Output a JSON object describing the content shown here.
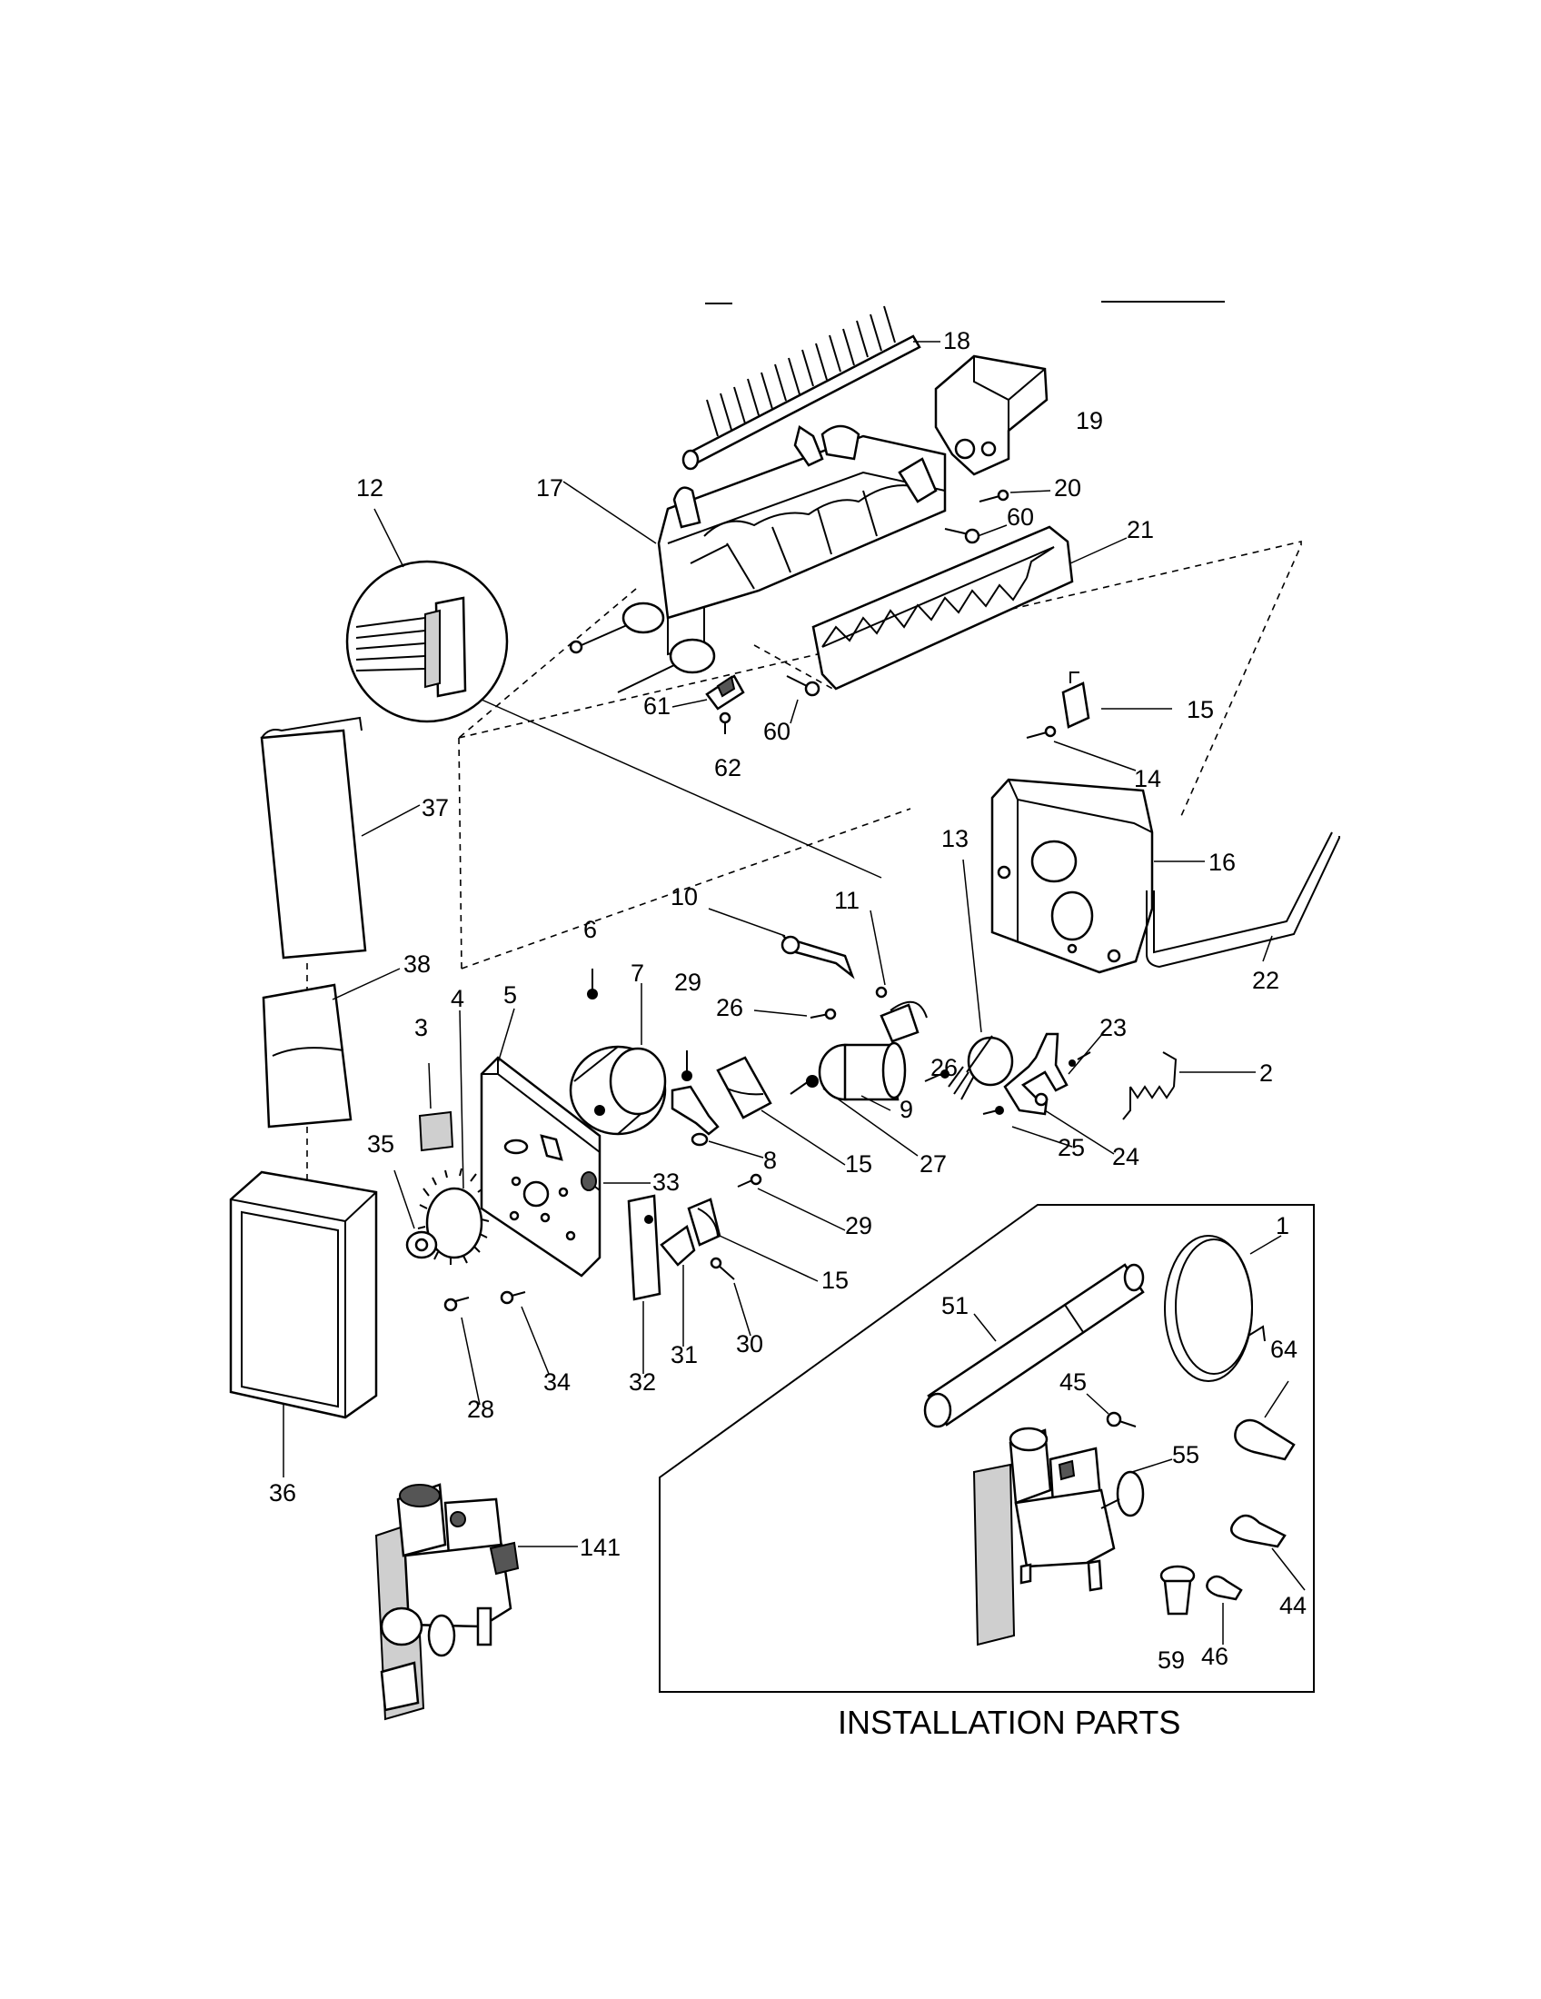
{
  "diagram": {
    "section_title": "INSTALLATION PARTS",
    "labels": [
      {
        "id": "p18",
        "text": "18"
      },
      {
        "id": "p19",
        "text": "19"
      },
      {
        "id": "p20",
        "text": "20"
      },
      {
        "id": "p60a",
        "text": "60"
      },
      {
        "id": "p21",
        "text": "21"
      },
      {
        "id": "p12",
        "text": "12"
      },
      {
        "id": "p17",
        "text": "17"
      },
      {
        "id": "p61",
        "text": "61"
      },
      {
        "id": "p60b",
        "text": "60"
      },
      {
        "id": "p62",
        "text": "62"
      },
      {
        "id": "p15a",
        "text": "15"
      },
      {
        "id": "p14",
        "text": "14"
      },
      {
        "id": "p37",
        "text": "37"
      },
      {
        "id": "p13",
        "text": "13"
      },
      {
        "id": "p16",
        "text": "16"
      },
      {
        "id": "p10",
        "text": "10"
      },
      {
        "id": "p11",
        "text": "11"
      },
      {
        "id": "p22",
        "text": "22"
      },
      {
        "id": "p6",
        "text": "6"
      },
      {
        "id": "p29a",
        "text": "29"
      },
      {
        "id": "p26a",
        "text": "26"
      },
      {
        "id": "p38",
        "text": "38"
      },
      {
        "id": "p4",
        "text": "4"
      },
      {
        "id": "p5",
        "text": "5"
      },
      {
        "id": "p7",
        "text": "7"
      },
      {
        "id": "p3",
        "text": "3"
      },
      {
        "id": "p23",
        "text": "23"
      },
      {
        "id": "p26b",
        "text": "26"
      },
      {
        "id": "p2",
        "text": "2"
      },
      {
        "id": "p9",
        "text": "9"
      },
      {
        "id": "p8",
        "text": "8"
      },
      {
        "id": "p15b",
        "text": "15"
      },
      {
        "id": "p27",
        "text": "27"
      },
      {
        "id": "p25",
        "text": "25"
      },
      {
        "id": "p24",
        "text": "24"
      },
      {
        "id": "p35",
        "text": "35"
      },
      {
        "id": "p33",
        "text": "33"
      },
      {
        "id": "p29b",
        "text": "29"
      },
      {
        "id": "p1",
        "text": "1"
      },
      {
        "id": "p15c",
        "text": "15"
      },
      {
        "id": "p51",
        "text": "51"
      },
      {
        "id": "p64",
        "text": "64"
      },
      {
        "id": "p30",
        "text": "30"
      },
      {
        "id": "p31",
        "text": "31"
      },
      {
        "id": "p34",
        "text": "34"
      },
      {
        "id": "p32",
        "text": "32"
      },
      {
        "id": "p28",
        "text": "28"
      },
      {
        "id": "p45",
        "text": "45"
      },
      {
        "id": "p55",
        "text": "55"
      },
      {
        "id": "p36",
        "text": "36"
      },
      {
        "id": "p141",
        "text": "141"
      },
      {
        "id": "p44",
        "text": "44"
      },
      {
        "id": "p59",
        "text": "59"
      },
      {
        "id": "p46",
        "text": "46"
      }
    ]
  }
}
